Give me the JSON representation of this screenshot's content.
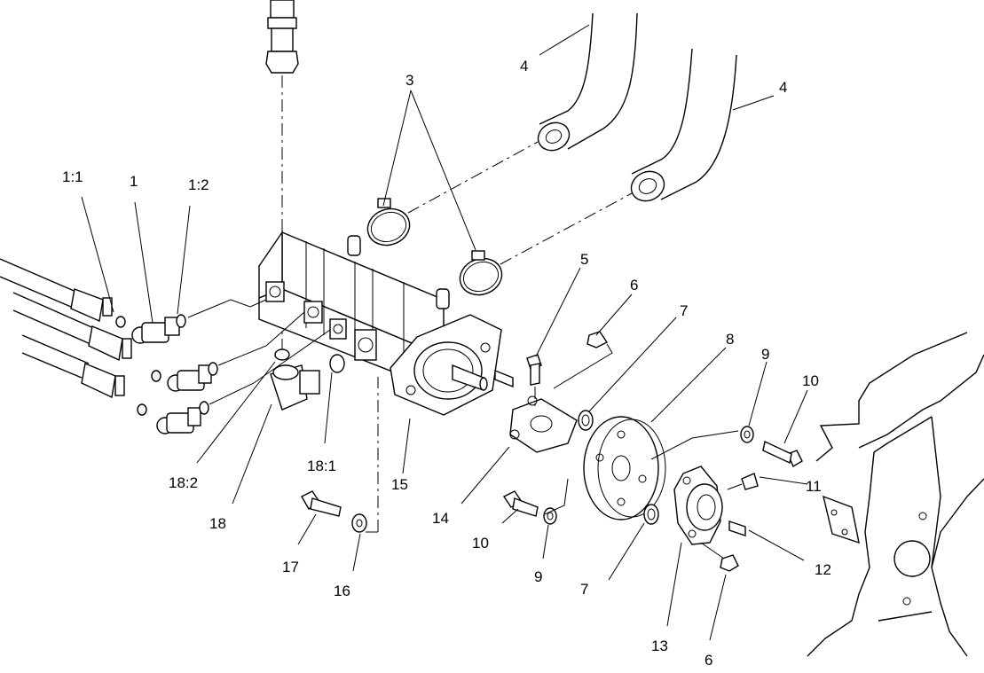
{
  "callouts": [
    {
      "id": "c-1-1",
      "text": "1:1"
    },
    {
      "id": "c-1",
      "text": "1"
    },
    {
      "id": "c-1-2",
      "text": "1:2"
    },
    {
      "id": "c-3",
      "text": "3"
    },
    {
      "id": "c-4a",
      "text": "4"
    },
    {
      "id": "c-4b",
      "text": "4"
    },
    {
      "id": "c-5",
      "text": "5"
    },
    {
      "id": "c-6a",
      "text": "6"
    },
    {
      "id": "c-7a",
      "text": "7"
    },
    {
      "id": "c-8",
      "text": "8"
    },
    {
      "id": "c-9a",
      "text": "9"
    },
    {
      "id": "c-10a",
      "text": "10"
    },
    {
      "id": "c-11",
      "text": "11"
    },
    {
      "id": "c-12",
      "text": "12"
    },
    {
      "id": "c-13",
      "text": "13"
    },
    {
      "id": "c-6b",
      "text": "6"
    },
    {
      "id": "c-7b",
      "text": "7"
    },
    {
      "id": "c-9b",
      "text": "9"
    },
    {
      "id": "c-10b",
      "text": "10"
    },
    {
      "id": "c-14",
      "text": "14"
    },
    {
      "id": "c-15",
      "text": "15"
    },
    {
      "id": "c-16",
      "text": "16"
    },
    {
      "id": "c-17",
      "text": "17"
    },
    {
      "id": "c-18",
      "text": "18"
    },
    {
      "id": "c-18-1",
      "text": "18:1"
    },
    {
      "id": "c-18-2",
      "text": "18:2"
    }
  ],
  "colors": {
    "ink": "#000000",
    "paper": "#ffffff"
  }
}
